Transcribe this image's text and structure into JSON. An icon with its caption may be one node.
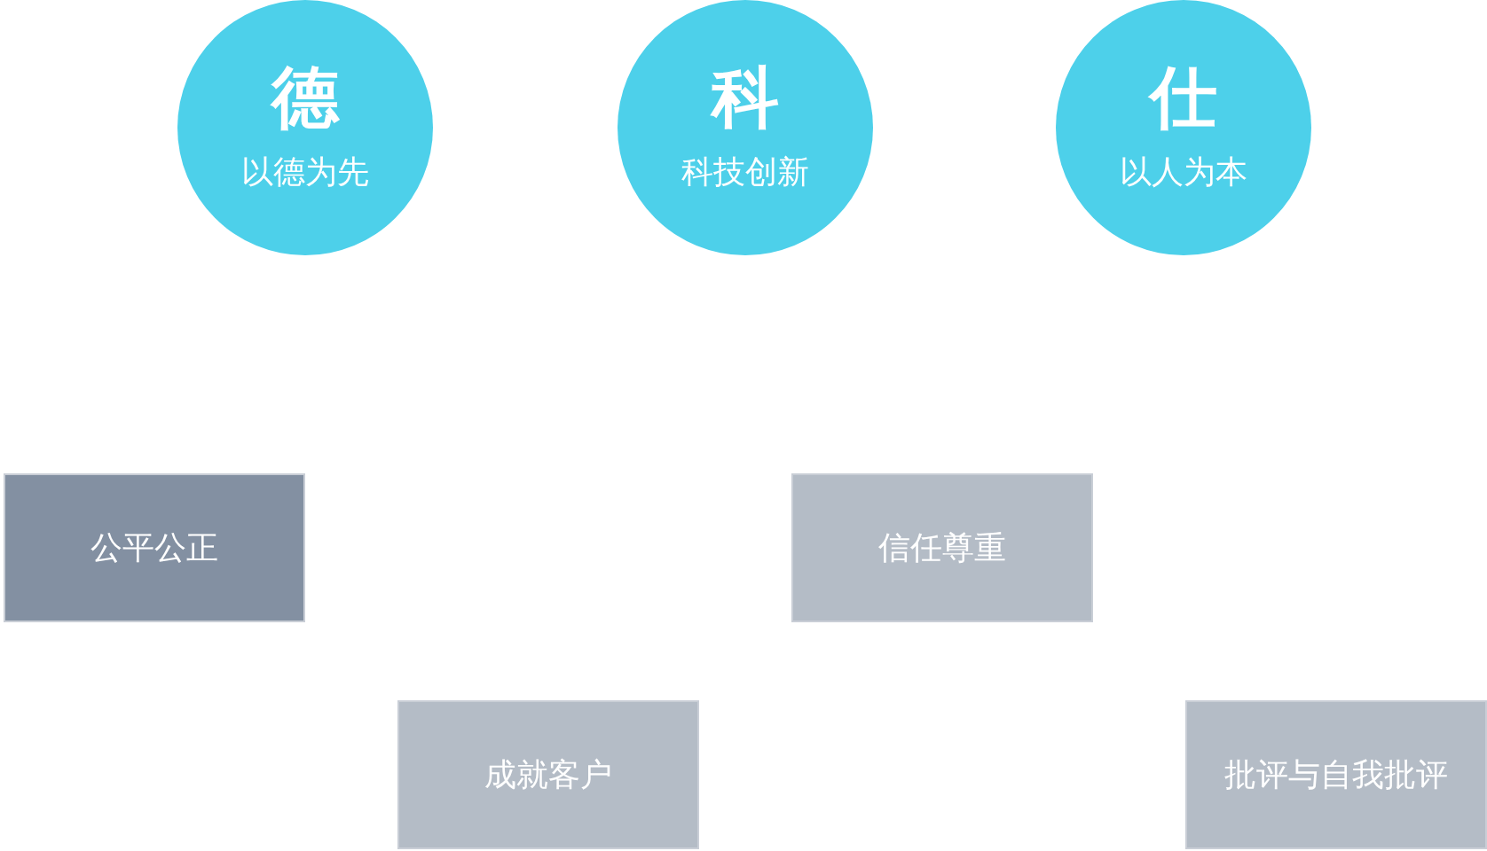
{
  "diagram": {
    "nodes": [
      {
        "text": [
          "德",
          "以德为先"
        ]
      },
      {
        "text": [
          "科",
          "科技创新"
        ]
      },
      {
        "text": [
          "仕",
          "以人为本"
        ]
      },
      {
        "text": [
          "公平公正"
        ]
      },
      {
        "text": [
          "信任尊重"
        ]
      },
      {
        "text": [
          "成就客户"
        ]
      },
      {
        "text": [
          "批评与自我批评"
        ]
      }
    ]
  }
}
